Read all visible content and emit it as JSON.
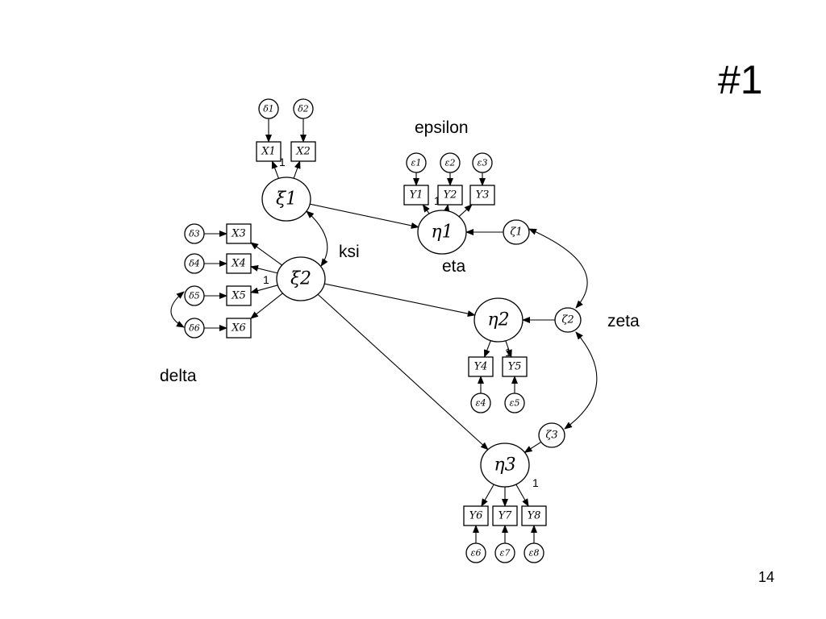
{
  "slide": {
    "title": "#1",
    "page_number": "14"
  },
  "labels": {
    "epsilon": "epsilon",
    "ksi": "ksi",
    "eta": "eta",
    "zeta": "zeta",
    "delta": "delta"
  },
  "nodes": [
    {
      "id": "d1",
      "kind": "error",
      "text": "δ1"
    },
    {
      "id": "d2",
      "kind": "error",
      "text": "δ2"
    },
    {
      "id": "d3",
      "kind": "error",
      "text": "δ3"
    },
    {
      "id": "d4",
      "kind": "error",
      "text": "δ4"
    },
    {
      "id": "d5",
      "kind": "error",
      "text": "δ5"
    },
    {
      "id": "d6",
      "kind": "error",
      "text": "δ6"
    },
    {
      "id": "x1",
      "kind": "observed",
      "text": "X1"
    },
    {
      "id": "x2",
      "kind": "observed",
      "text": "X2"
    },
    {
      "id": "x3",
      "kind": "observed",
      "text": "X3"
    },
    {
      "id": "x4",
      "kind": "observed",
      "text": "X4"
    },
    {
      "id": "x5",
      "kind": "observed",
      "text": "X5"
    },
    {
      "id": "x6",
      "kind": "observed",
      "text": "X6"
    },
    {
      "id": "ksi1",
      "kind": "latent",
      "text": "ξ1"
    },
    {
      "id": "ksi2",
      "kind": "latent",
      "text": "ξ2"
    },
    {
      "id": "eta1",
      "kind": "latent",
      "text": "η1"
    },
    {
      "id": "eta2",
      "kind": "latent",
      "text": "η2"
    },
    {
      "id": "eta3",
      "kind": "latent",
      "text": "η3"
    },
    {
      "id": "z1",
      "kind": "disturbance",
      "text": "ζ1"
    },
    {
      "id": "z2",
      "kind": "disturbance",
      "text": "ζ2"
    },
    {
      "id": "z3",
      "kind": "disturbance",
      "text": "ζ3"
    },
    {
      "id": "y1",
      "kind": "observed",
      "text": "Y1"
    },
    {
      "id": "y2",
      "kind": "observed",
      "text": "Y2"
    },
    {
      "id": "y3",
      "kind": "observed",
      "text": "Y3"
    },
    {
      "id": "y4",
      "kind": "observed",
      "text": "Y4"
    },
    {
      "id": "y5",
      "kind": "observed",
      "text": "Y5"
    },
    {
      "id": "y6",
      "kind": "observed",
      "text": "Y6"
    },
    {
      "id": "y7",
      "kind": "observed",
      "text": "Y7"
    },
    {
      "id": "y8",
      "kind": "observed",
      "text": "Y8"
    },
    {
      "id": "e1",
      "kind": "error",
      "text": "ε1"
    },
    {
      "id": "e2",
      "kind": "error",
      "text": "ε2"
    },
    {
      "id": "e3",
      "kind": "error",
      "text": "ε3"
    },
    {
      "id": "e4",
      "kind": "error",
      "text": "ε4"
    },
    {
      "id": "e5",
      "kind": "error",
      "text": "ε5"
    },
    {
      "id": "e6",
      "kind": "error",
      "text": "ε6"
    },
    {
      "id": "e7",
      "kind": "error",
      "text": "ε7"
    },
    {
      "id": "e8",
      "kind": "error",
      "text": "ε8"
    }
  ],
  "edges": [
    {
      "from": "d1",
      "to": "x1"
    },
    {
      "from": "d2",
      "to": "x2"
    },
    {
      "from": "ksi1",
      "to": "x1",
      "label": "1"
    },
    {
      "from": "ksi1",
      "to": "x2"
    },
    {
      "from": "d3",
      "to": "x3"
    },
    {
      "from": "d4",
      "to": "x4"
    },
    {
      "from": "d5",
      "to": "x5"
    },
    {
      "from": "d6",
      "to": "x6"
    },
    {
      "from": "ksi2",
      "to": "x3"
    },
    {
      "from": "ksi2",
      "to": "x4"
    },
    {
      "from": "ksi2",
      "to": "x5",
      "label": "1"
    },
    {
      "from": "ksi2",
      "to": "x6"
    },
    {
      "from": "ksi1",
      "to": "eta1"
    },
    {
      "from": "ksi2",
      "to": "eta2"
    },
    {
      "from": "ksi2",
      "to": "eta3"
    },
    {
      "from": "eta1",
      "to": "y1",
      "label": "1"
    },
    {
      "from": "eta1",
      "to": "y2"
    },
    {
      "from": "eta1",
      "to": "y3"
    },
    {
      "from": "e1",
      "to": "y1"
    },
    {
      "from": "e2",
      "to": "y2"
    },
    {
      "from": "e3",
      "to": "y3"
    },
    {
      "from": "z1",
      "to": "eta1"
    },
    {
      "from": "z2",
      "to": "eta2"
    },
    {
      "from": "z3",
      "to": "eta3"
    },
    {
      "from": "eta2",
      "to": "y4"
    },
    {
      "from": "eta2",
      "to": "y5",
      "label": "1"
    },
    {
      "from": "e4",
      "to": "y4"
    },
    {
      "from": "e5",
      "to": "y5"
    },
    {
      "from": "eta3",
      "to": "y6"
    },
    {
      "from": "eta3",
      "to": "y7"
    },
    {
      "from": "eta3",
      "to": "y8",
      "label": "1"
    },
    {
      "from": "e6",
      "to": "y6"
    },
    {
      "from": "e7",
      "to": "y7"
    },
    {
      "from": "e8",
      "to": "y8"
    }
  ],
  "covariances": [
    {
      "a": "ksi1",
      "b": "ksi2"
    },
    {
      "a": "z1",
      "b": "z2"
    },
    {
      "a": "z2",
      "b": "z3"
    },
    {
      "a": "d5",
      "b": "d6"
    }
  ]
}
